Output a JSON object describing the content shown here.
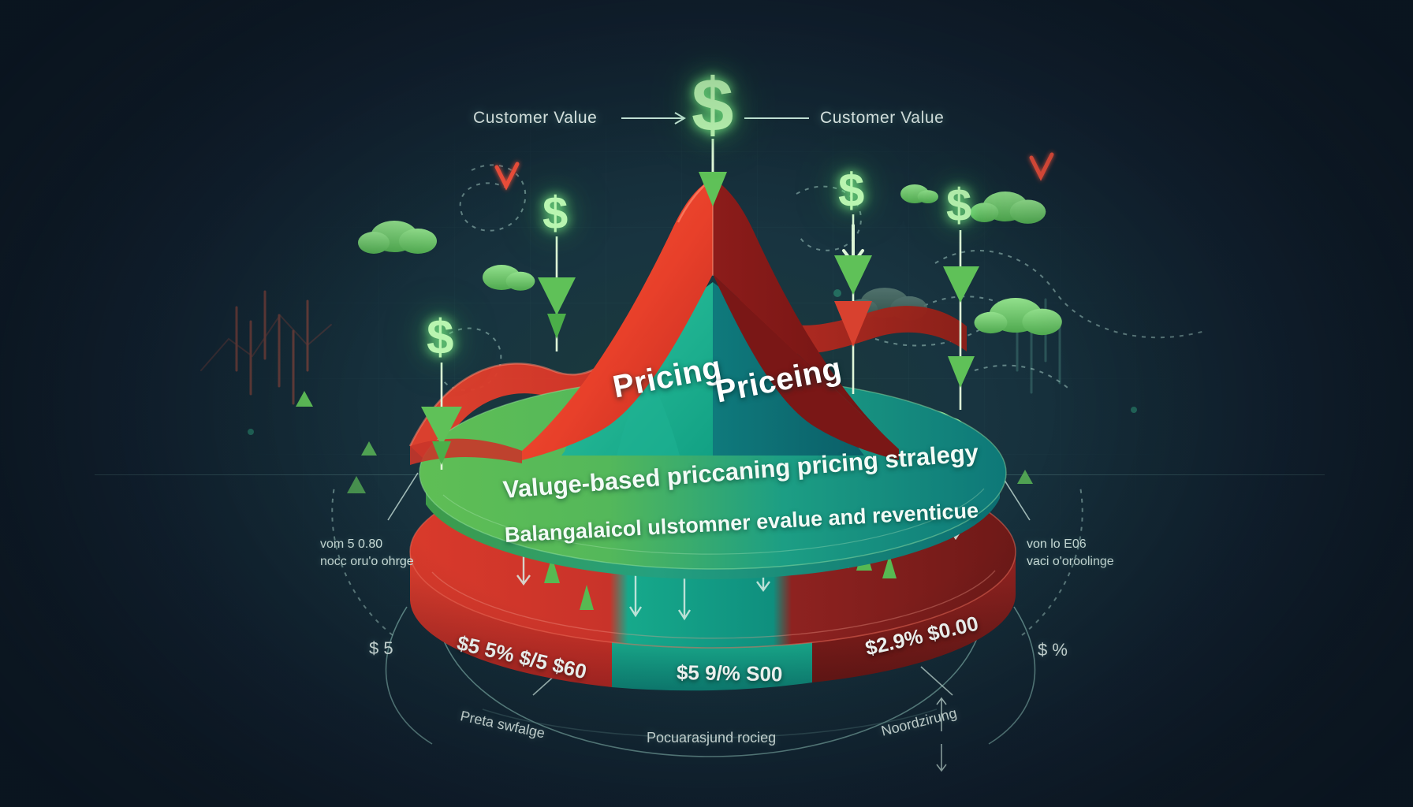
{
  "meta": {
    "title": "Value-Based Pricing Strategy",
    "domain": "illustration-infographic"
  },
  "colors": {
    "background_dark": "#132230",
    "background_center": "#1b3c3c",
    "cone_red_light": "#E8402A",
    "cone_red_dark": "#8B1A18",
    "cone_teal_light": "#17A588",
    "cone_teal_dark": "#0E6E73",
    "band_green": "#4CAF50",
    "band_teal": "#119E8E",
    "base_red": "#D7342A",
    "base_red_dark": "#7E1B1B",
    "glow_green": "#9BF08F",
    "arrow_green": "#62C95C",
    "text_light": "#EAF6F1"
  },
  "annotations": {
    "top_left_label": "Customer Value",
    "top_right_label": "Customer Value"
  },
  "cone_labels": {
    "left": "Pricing",
    "right": "Priceing"
  },
  "band": {
    "line_1": "Valuge-based priccaning pricing stralegy",
    "line_2": "Balangalaicol ulstomner evalue and reventicue"
  },
  "base_labels": {
    "left": "$5 5% $/5 $60",
    "center": "$5 9/% S00",
    "right": "$2.9% $0.00"
  },
  "side_notes": {
    "left": {
      "line_1": "vom 5 0.80",
      "line_2": "nocc oru'o ohrge"
    },
    "right": {
      "line_1": "von lo E06",
      "line_2": "vaci o'oroolinge"
    }
  },
  "arc_labels": {
    "left": "Preta swfalge",
    "center": "Pocuarasjund rocieg",
    "right": "Noordzirung"
  },
  "small_currency_marks": {
    "left": "$ 5",
    "right": "$ %"
  },
  "icons": {
    "top_dollar": "$",
    "left_dollar_upper": "$",
    "left_dollar_outer": "$",
    "right_dollar_inner": "$",
    "right_dollar_outer": "$"
  }
}
